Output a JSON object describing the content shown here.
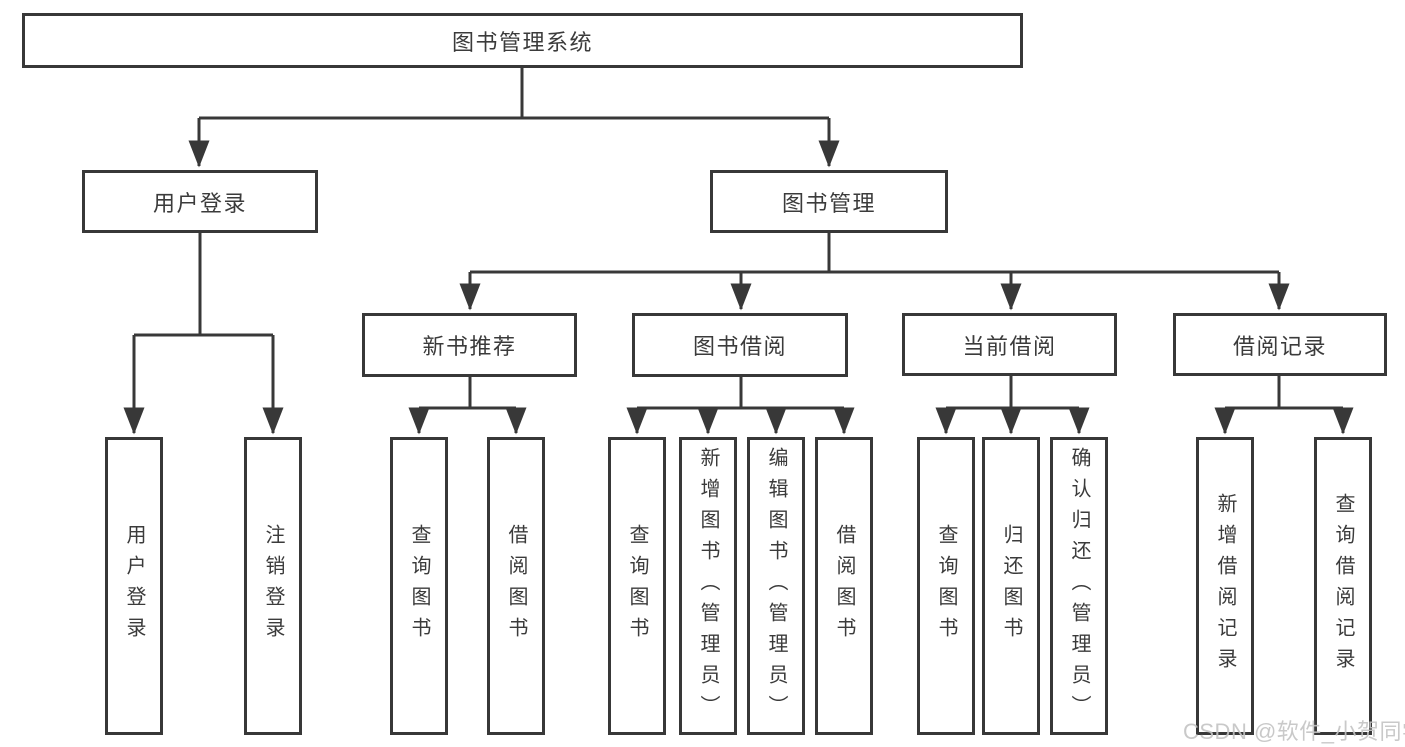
{
  "tree": {
    "root": {
      "label": "图书管理系统"
    },
    "login_branch": {
      "label": "用户登录",
      "children": [
        {
          "label": "用户登录"
        },
        {
          "label": "注销登录"
        }
      ]
    },
    "management_branch": {
      "label": "图书管理",
      "groups": [
        {
          "label": "新书推荐",
          "children": [
            {
              "label": "查询图书"
            },
            {
              "label": "借阅图书"
            }
          ]
        },
        {
          "label": "图书借阅",
          "children": [
            {
              "label": "查询图书"
            },
            {
              "label": "新增图书（管理员）"
            },
            {
              "label": "编辑图书（管理员）"
            },
            {
              "label": "借阅图书"
            }
          ]
        },
        {
          "label": "当前借阅",
          "children": [
            {
              "label": "查询图书"
            },
            {
              "label": "归还图书"
            },
            {
              "label": "确认归还（管理员）"
            }
          ]
        },
        {
          "label": "借阅记录",
          "children": [
            {
              "label": "新增借阅记录"
            },
            {
              "label": "查询借阅记录"
            }
          ]
        }
      ]
    }
  },
  "watermark": {
    "text": "CSDN @软件_小贺同学"
  },
  "colors": {
    "line": "#383838",
    "box_border": "#383838",
    "box_bg": "#ffffff",
    "text": "#3b3b3b",
    "watermark": "#c3c3c3"
  }
}
